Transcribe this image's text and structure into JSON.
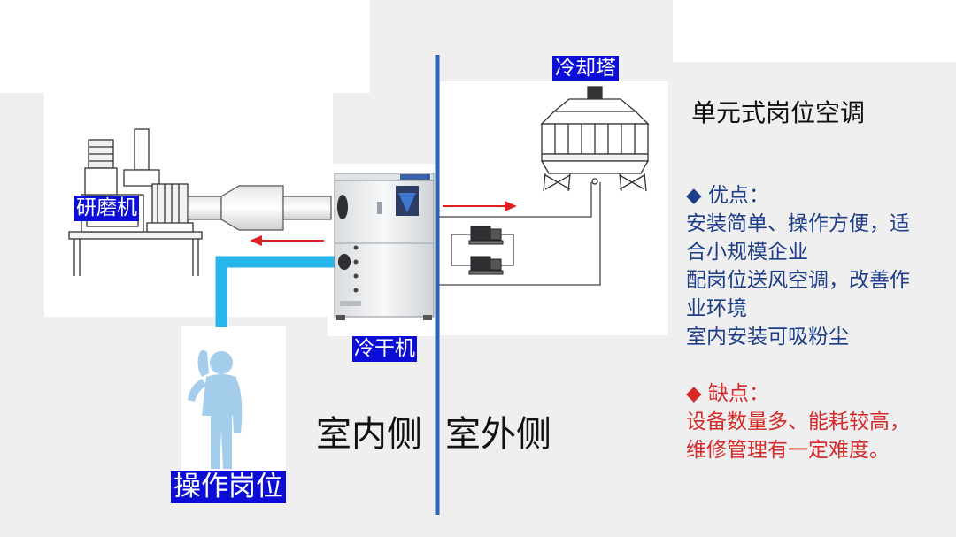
{
  "labels": {
    "grinder": "研磨机",
    "cooling_tower": "冷却塔",
    "chiller": "冷干机",
    "operator_post": "操作岗位",
    "indoor": "室内侧",
    "outdoor": "室外侧"
  },
  "title": "单元式岗位空调",
  "advantages": {
    "heading": "◆ 优点：",
    "lines": [
      "安装简单、操作方便，适",
      "合小规模企业",
      "配岗位送风空调，改善作",
      "业环境",
      "室内安装可吸粉尘"
    ]
  },
  "disadvantages": {
    "heading": "◆ 缺点：",
    "lines": [
      "设备数量多、能耗较高，",
      "维修管理有一定难度。"
    ]
  },
  "colors": {
    "label_bg": "#0d0dd8",
    "divider": "#2f64b4",
    "duct": "#27b6ea",
    "arrow": "#e02020",
    "advantage_heading": "#1f3e8a",
    "advantage_text": "#1f3e8a",
    "disadvantage_text": "#d62a2a"
  },
  "icons": [
    "diamond-bullet-icon",
    "person-silhouette-icon",
    "pump-icon",
    "arrow-icon"
  ]
}
